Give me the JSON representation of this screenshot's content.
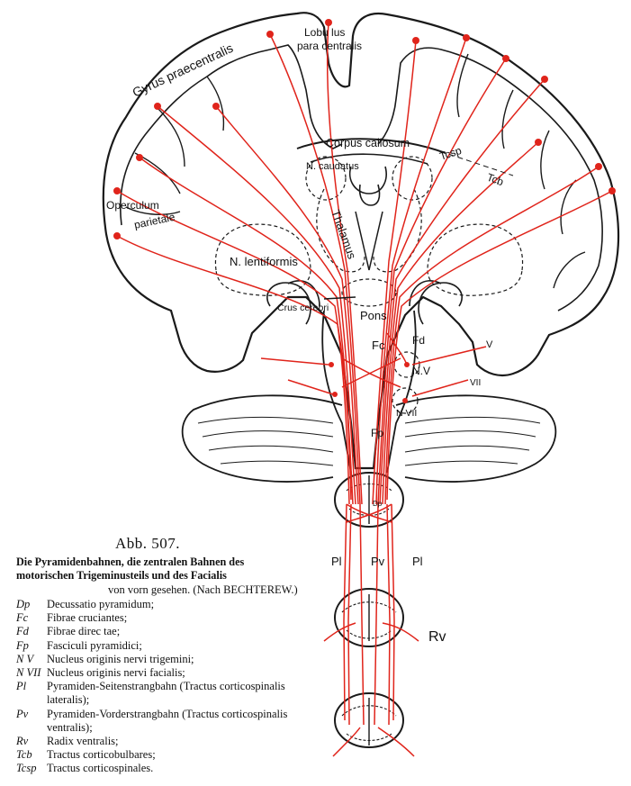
{
  "figure": {
    "number": "Abb. 507.",
    "title": "Die Pyramidenbahnen, die zentralen Bahnen des motorischen Trigeminusteils und des Facialis",
    "subtitle": "von vorn gesehen. (Nach BECHTEREW.)"
  },
  "labels": {
    "gyrus": "Gyrus praecentralis",
    "lobulus1": "Lobu lus",
    "lobulus2": "para centralis",
    "corpus": "Corpus callosum",
    "caudatus": "N. caudatus",
    "thalamus": "Thalamus",
    "lentiformis": "N. lentiformis",
    "operculum": "Operculum",
    "parietale": "parietale",
    "cruscerebri": "Crus cerebri",
    "pons": "Pons",
    "fc": "Fc",
    "fd": "Fd",
    "nv": "N.V",
    "nvii": "N VII",
    "v": "V",
    "vii": "VII",
    "fp": "Fp",
    "tcsp": "Tcsp",
    "tcb": "Tcb",
    "dp": "Dp",
    "pl_left": "Pl",
    "pv": "Pv",
    "pl_right": "Pl",
    "rv": "Rv"
  },
  "legend": [
    {
      "abbr": "Dp",
      "desc": "Decussatio pyramidum;"
    },
    {
      "abbr": "Fc",
      "desc": "Fibrae cruciantes;"
    },
    {
      "abbr": "Fd",
      "desc": "Fibrae direc tae;"
    },
    {
      "abbr": "Fp",
      "desc": "Fasciculi pyramidici;"
    },
    {
      "abbr": "N V",
      "desc": "Nucleus originis nervi trigemini;"
    },
    {
      "abbr": "N VII",
      "desc": "Nucleus originis nervi facialis;"
    },
    {
      "abbr": "Pl",
      "desc": "Pyramiden-Seitenstrangbahn (Tractus corticospinalis lateralis);"
    },
    {
      "abbr": "Pv",
      "desc": "Pyramiden-Vorderstrangbahn (Tractus corticospinalis ventralis);"
    },
    {
      "abbr": "Rv",
      "desc": "Radix ventralis;"
    },
    {
      "abbr": "Tcb",
      "desc": "Tractus corticobulbares;"
    },
    {
      "abbr": "Tcsp",
      "desc": "Tractus corticospinales."
    }
  ],
  "colors": {
    "fiber": "#e0241b",
    "outline": "#1a1a1a"
  }
}
